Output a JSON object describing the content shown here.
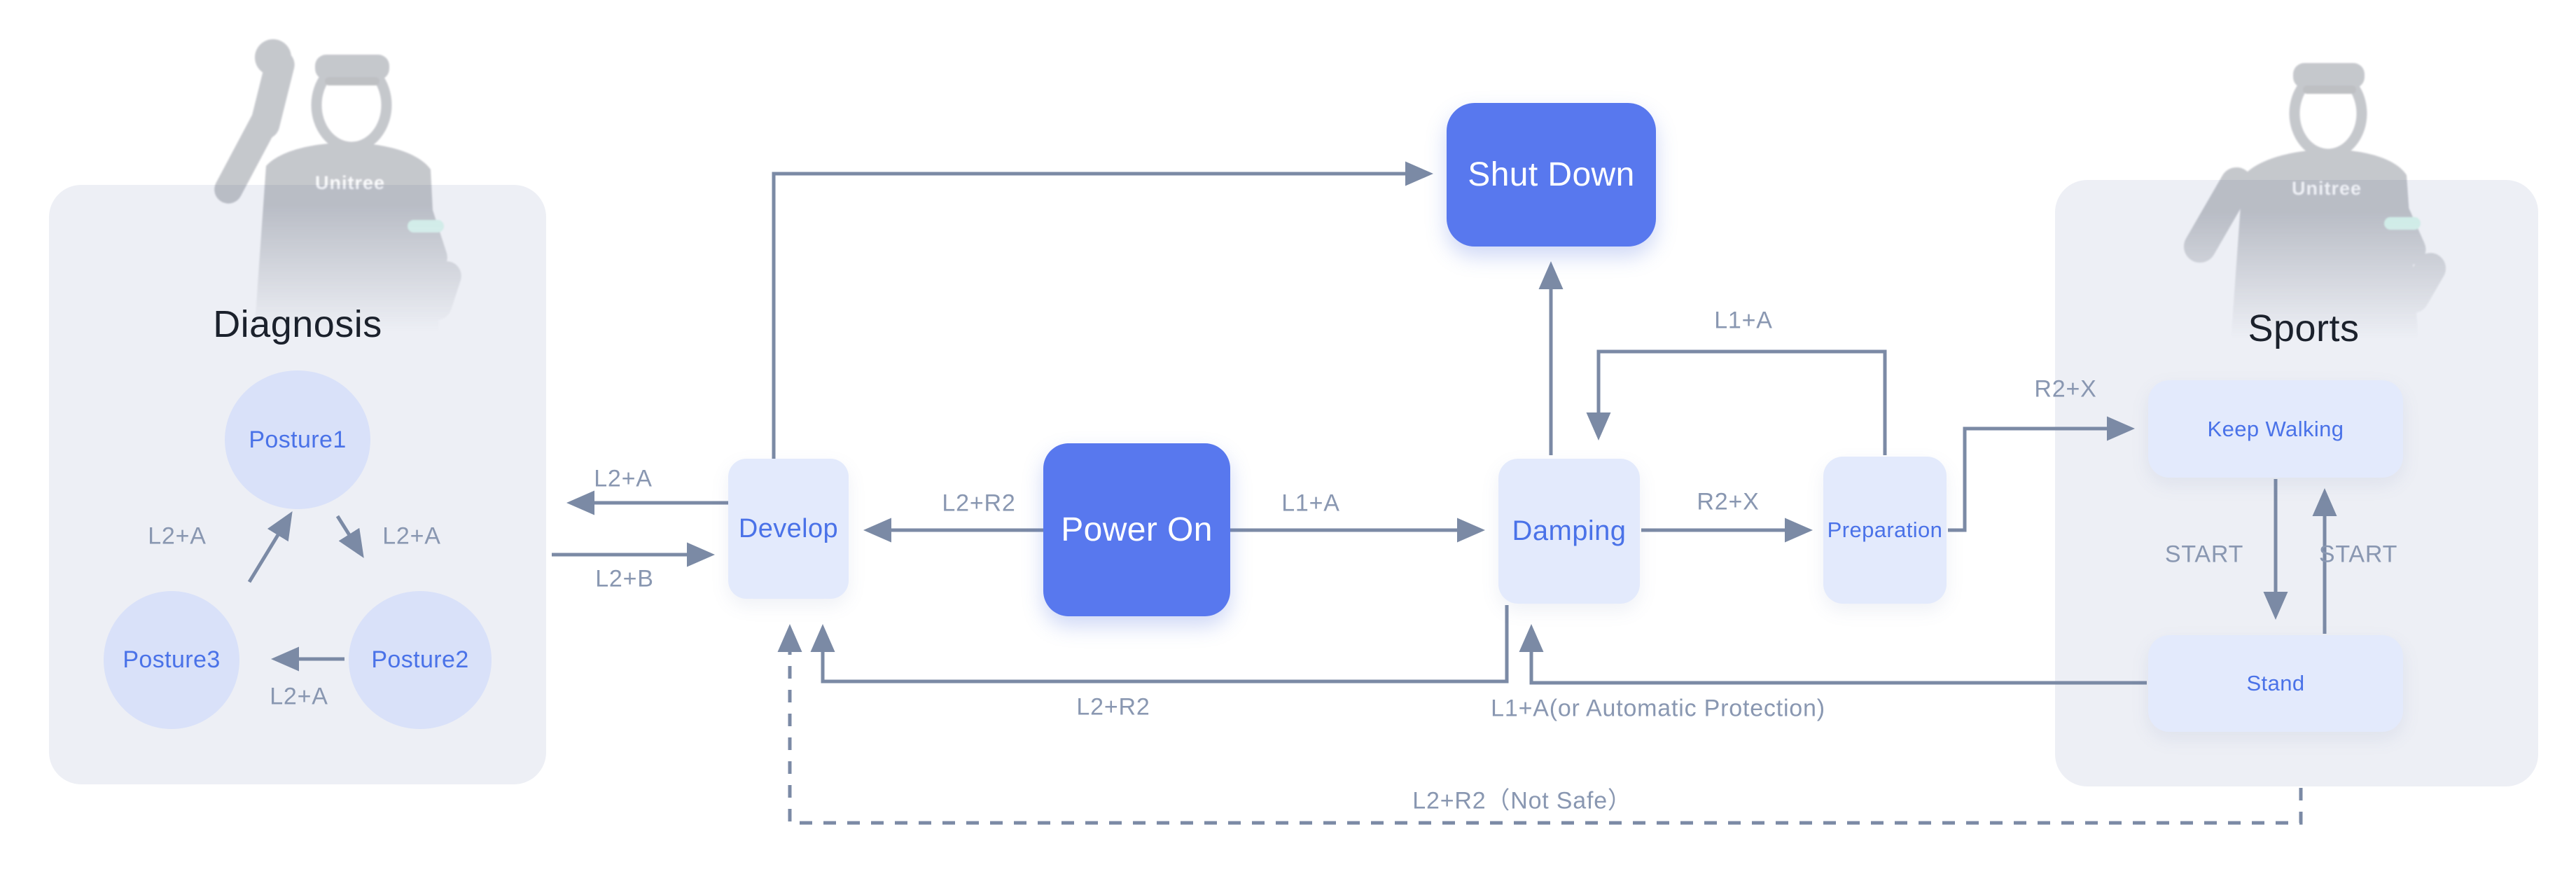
{
  "colors": {
    "accent": "#5878ee",
    "panel-bg": "#edeff5",
    "node-light-bg": "#e3eafc",
    "circle-bg": "#d9e1f9",
    "node-light-text": "#4a72e8",
    "wire": "#7b8aa5",
    "edge-label": "#8997b1"
  },
  "panels": {
    "diagnosis": {
      "title": "Diagnosis",
      "brand": "Unitree"
    },
    "sports": {
      "title": "Sports",
      "brand": "Unitree"
    }
  },
  "nodes": {
    "posture1": {
      "label": "Posture1"
    },
    "posture2": {
      "label": "Posture2"
    },
    "posture3": {
      "label": "Posture3"
    },
    "develop": {
      "label": "Develop"
    },
    "power_on": {
      "label": "Power On"
    },
    "shut_down": {
      "label": "Shut Down"
    },
    "damping": {
      "label": "Damping"
    },
    "preparation": {
      "label": "Preparation"
    },
    "keep_walking": {
      "label": "Keep Walking"
    },
    "stand": {
      "label": "Stand"
    }
  },
  "edge_labels": {
    "posture3_to_posture1": "L2+A",
    "posture1_to_posture2": "L2+A",
    "posture2_to_posture3": "L2+A",
    "develop_to_diagnosis": "L2+A",
    "diagnosis_to_develop": "L2+B",
    "power_on_to_develop": "L2+R2",
    "power_on_to_damping": "L1+A",
    "damping_to_preparation": "R2+X",
    "preparation_to_damping": "L1+A",
    "preparation_to_keep_walking": "R2+X",
    "keep_walking_to_stand": "START",
    "stand_to_keep_walking": "START",
    "damping_to_develop": "L2+R2",
    "stand_to_damping": "L1+A(or Automatic Protection)",
    "not_safe": "L2+R2（Not Safe）"
  }
}
